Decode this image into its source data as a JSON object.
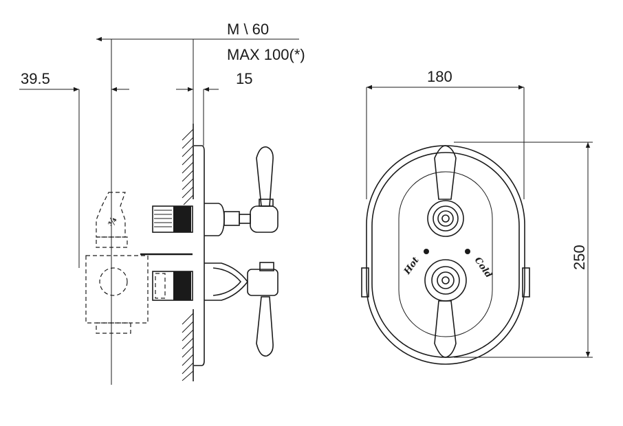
{
  "dimensions": {
    "min_label": "M \\ 60",
    "max_label": "MAX 100(*)",
    "offset_label": "39.5",
    "plate_label": "15",
    "width_label": "180",
    "height_label": "250"
  },
  "labels": {
    "hot": "Hot",
    "cold": "Cold",
    "port": "¾"
  },
  "colors": {
    "ink": "#1a1a1a",
    "background": "#ffffff"
  }
}
